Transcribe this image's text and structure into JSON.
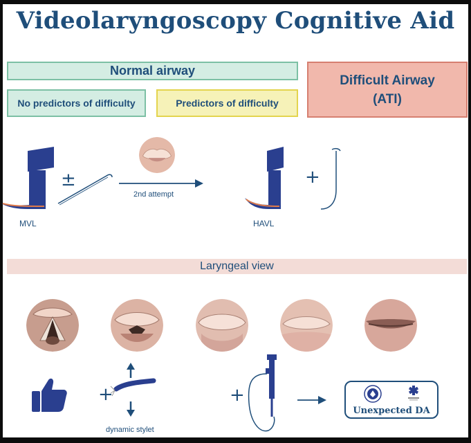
{
  "title": "Videolaryngoscopy Cognitive Aid",
  "categories": {
    "normal_airway": "Normal airway",
    "no_predictors": "No predictors of difficulty",
    "predictors": "Predictors of difficulty",
    "difficult_airway_line1": "Difficult Airway",
    "difficult_airway_line2": "(ATI)"
  },
  "devices": {
    "mvl_label": "MVL",
    "havl_label": "HAVL",
    "second_attempt": "2nd attempt",
    "plus_minus": "±",
    "plus": "+"
  },
  "laryngeal_view": {
    "banner": "Laryngeal view",
    "grades": [
      "view-1",
      "view-2",
      "view-3",
      "view-4",
      "view-5"
    ]
  },
  "actions": {
    "dynamic_stylet": "dynamic stylet",
    "plus": "+",
    "unexpected_da": "Unexpected DA"
  },
  "colors": {
    "navy": "#1f4e7a",
    "device_blue": "#2a3f8f",
    "green_fill": "#d4ede3",
    "yellow_fill": "#f6f2b8",
    "red_fill": "#f1b8ac",
    "banner_fill": "#f3dcd7"
  }
}
